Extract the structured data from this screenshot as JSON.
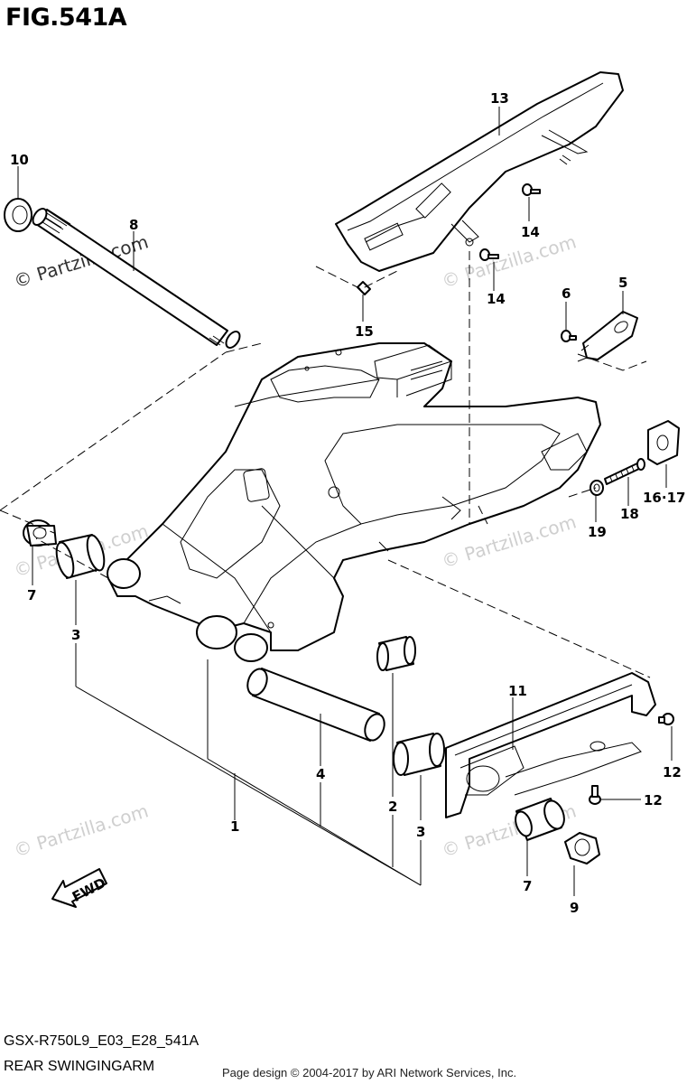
{
  "header": {
    "figure_title": "FIG.541A"
  },
  "footer": {
    "model_code": "GSX-R750L9_E03_E28_541A",
    "section_name": "REAR SWINGINGARM",
    "credit": "Page design © 2004-2017 by ARI Network Services, Inc."
  },
  "watermark": {
    "text": "© Partzilla.com"
  },
  "direction_arrow": {
    "label": "FWD"
  },
  "callouts": {
    "c1": "1",
    "c2": "2",
    "c3a": "3",
    "c3b": "3",
    "c4": "4",
    "c5": "5",
    "c6": "6",
    "c7a": "7",
    "c7b": "7",
    "c8": "8",
    "c9": "9",
    "c10": "10",
    "c11": "11",
    "c12a": "12",
    "c12b": "12",
    "c13": "13",
    "c14a": "14",
    "c14b": "14",
    "c15": "15",
    "c1617": "16·17",
    "c18": "18",
    "c19": "19"
  }
}
